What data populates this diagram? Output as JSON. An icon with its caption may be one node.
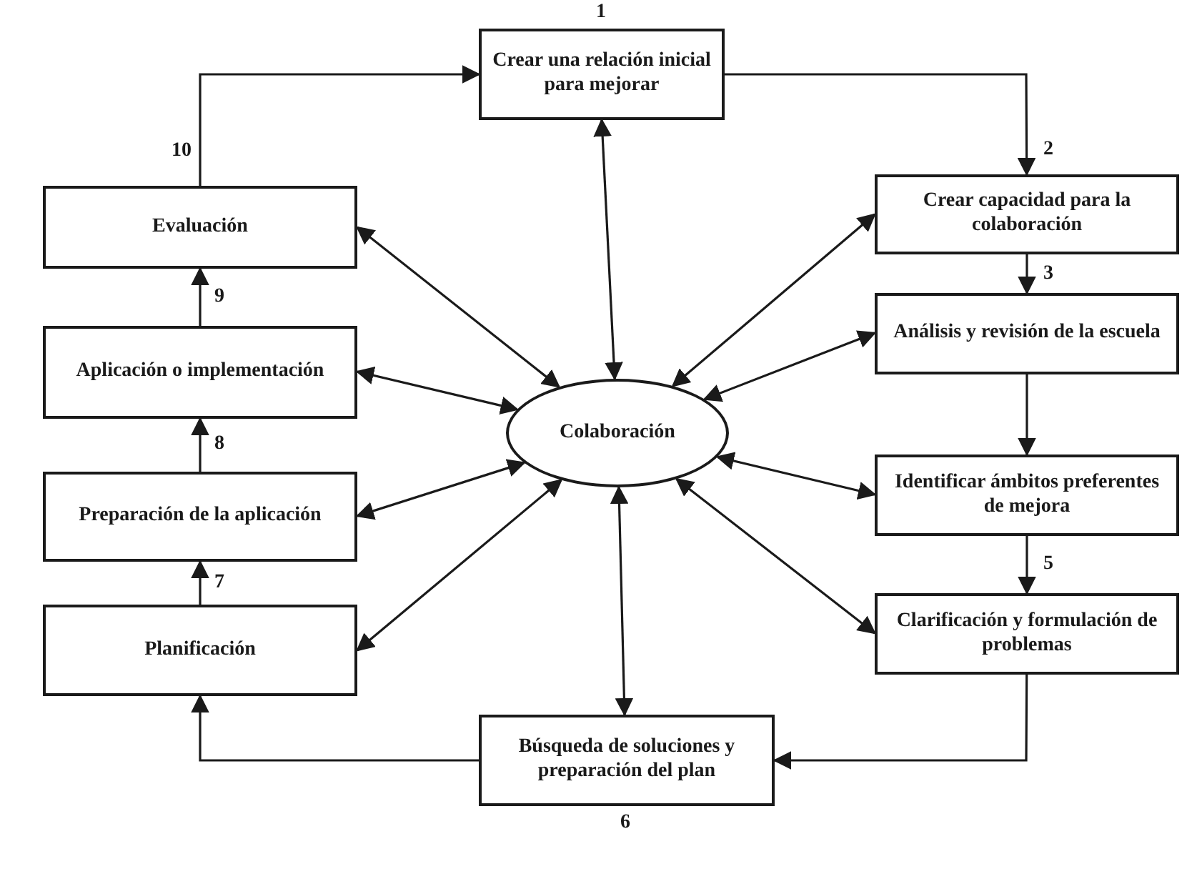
{
  "diagram": {
    "nodes": [
      {
        "text": [
          "Crear una relación inicial para mejorar"
        ],
        "beside": [
          "1"
        ]
      },
      {
        "text": [
          "Crear capacidad para la colaboración"
        ]
      },
      {
        "text": [
          "Análisis y revisión de la escuela"
        ]
      },
      {
        "text": [
          "Identificar ámbitos preferentes de mejora"
        ]
      },
      {
        "text": [
          "Clarificación y formulación de problemas"
        ]
      },
      {
        "text": [
          "Búsqueda de soluciones y preparación del plan"
        ],
        "beside": [
          "6"
        ]
      },
      {
        "text": [
          "Planificación"
        ]
      },
      {
        "text": [
          "Preparación de la aplicación"
        ]
      },
      {
        "text": [
          "Aplicación o implementación"
        ]
      },
      {
        "text": [
          "Evaluación"
        ]
      },
      {
        "text": [
          "Colaboración"
        ]
      }
    ],
    "edges": [
      {
        "from": 0,
        "to": 1,
        "arrow": "to",
        "label": "2"
      },
      {
        "from": 1,
        "to": 2,
        "arrow": "to",
        "label": "3"
      },
      {
        "from": 2,
        "to": 3,
        "arrow": "to"
      },
      {
        "from": 3,
        "to": 4,
        "arrow": "to",
        "label": "5"
      },
      {
        "from": 4,
        "to": 5,
        "arrow": "to"
      },
      {
        "from": 5,
        "to": 6,
        "arrow": "to"
      },
      {
        "from": 6,
        "to": 7,
        "arrow": "to",
        "label": "7"
      },
      {
        "from": 7,
        "to": 8,
        "arrow": "to",
        "label": "8"
      },
      {
        "from": 8,
        "to": 9,
        "arrow": "to",
        "label": "9"
      },
      {
        "from": 9,
        "to": 0,
        "arrow": "to",
        "label": "10"
      },
      {
        "from": 10,
        "to": 0,
        "arrow": "both"
      },
      {
        "from": 10,
        "to": 1,
        "arrow": "both"
      },
      {
        "from": 10,
        "to": 2,
        "arrow": "both"
      },
      {
        "from": 10,
        "to": 3,
        "arrow": "both"
      },
      {
        "from": 10,
        "to": 4,
        "arrow": "both"
      },
      {
        "from": 10,
        "to": 5,
        "arrow": "both"
      },
      {
        "from": 10,
        "to": 6,
        "arrow": "both"
      },
      {
        "from": 10,
        "to": 7,
        "arrow": "both"
      },
      {
        "from": 10,
        "to": 8,
        "arrow": "both"
      },
      {
        "from": 10,
        "to": 9,
        "arrow": "both"
      }
    ]
  }
}
